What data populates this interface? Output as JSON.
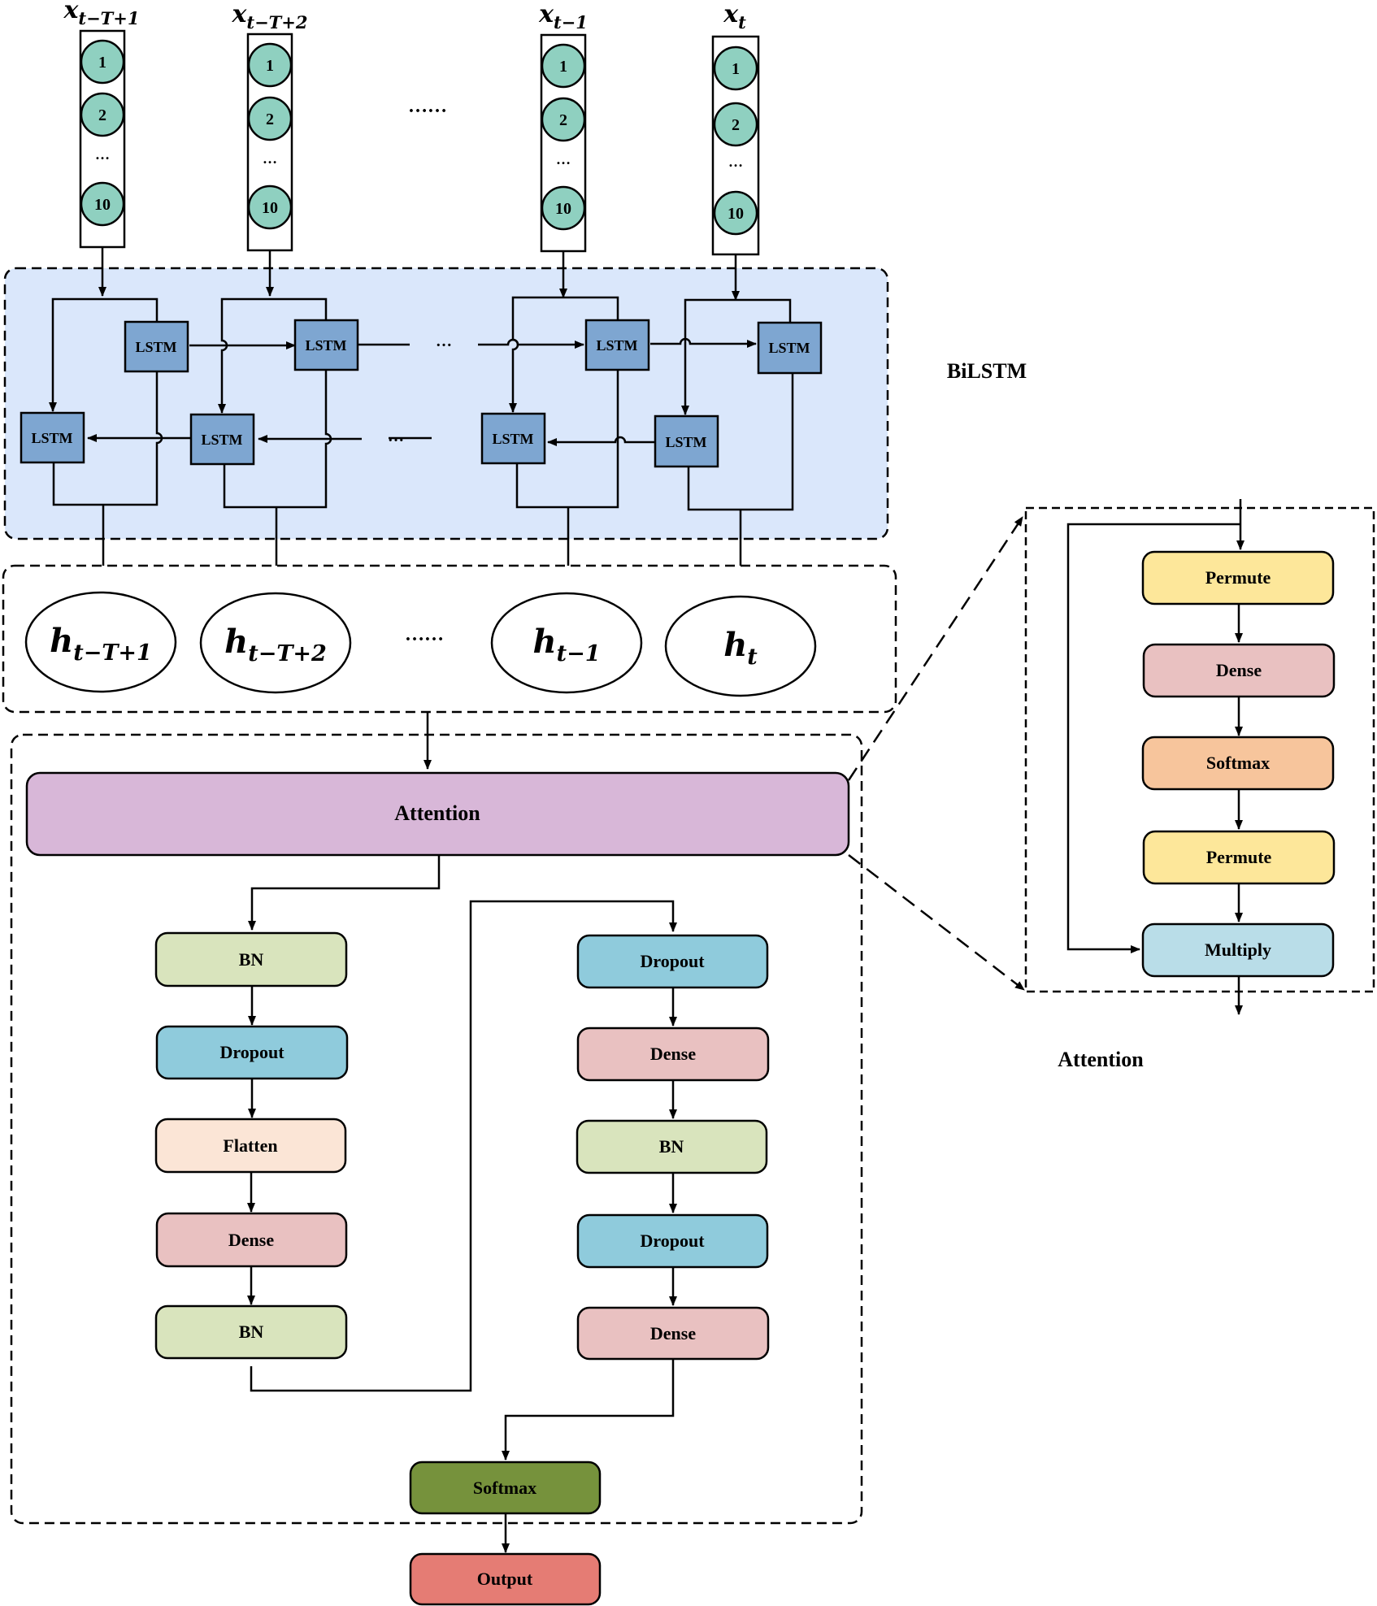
{
  "inputs": [
    {
      "var": "x",
      "sub": "t−T+1",
      "nodes": [
        "1",
        "2",
        "…",
        "10"
      ]
    },
    {
      "var": "x",
      "sub": "t−T+2",
      "nodes": [
        "1",
        "2",
        "…",
        "10"
      ]
    },
    {
      "var": "x",
      "sub": "t−1",
      "nodes": [
        "1",
        "2",
        "…",
        "10"
      ]
    },
    {
      "var": "x",
      "sub": "t",
      "nodes": [
        "1",
        "2",
        "…",
        "10"
      ]
    }
  ],
  "input_gap": "……",
  "bilstm": {
    "title": "BiLSTM",
    "cell_label": "LSTM",
    "forward_gap": "…",
    "backward_gap": "…"
  },
  "hidden": [
    {
      "var": "h",
      "sub": "t−T+1"
    },
    {
      "var": "h",
      "sub": "t−T+2"
    },
    {
      "var": "h",
      "sub": "t−1"
    },
    {
      "var": "h",
      "sub": "t"
    }
  ],
  "hidden_gap": "……",
  "attention_block": "Attention",
  "left_branch": [
    "BN",
    "Dropout",
    "Flatten",
    "Dense",
    "BN"
  ],
  "right_branch": [
    "Dropout",
    "Dense",
    "BN",
    "Dropout",
    "Dense"
  ],
  "softmax": "Softmax",
  "output": "Output",
  "attention_detail": {
    "title": "Attention",
    "steps": [
      "Permute",
      "Dense",
      "Softmax",
      "Permute",
      "Multiply"
    ]
  },
  "colors": {
    "node": "#8fd0c0",
    "bilstm_bg": "#dae7fb",
    "lstm": "#7ea6d1",
    "attention": "#d8b7d8",
    "bn": "#d9e4bd",
    "dropout": "#8fcbdc",
    "flatten": "#fbe5d6",
    "dense": "#e9c1c1",
    "softmax_final": "#76923c",
    "output": "#e57c74",
    "permute": "#fde79a",
    "softmax_attn": "#f7c59c",
    "multiply": "#b9dde8"
  }
}
